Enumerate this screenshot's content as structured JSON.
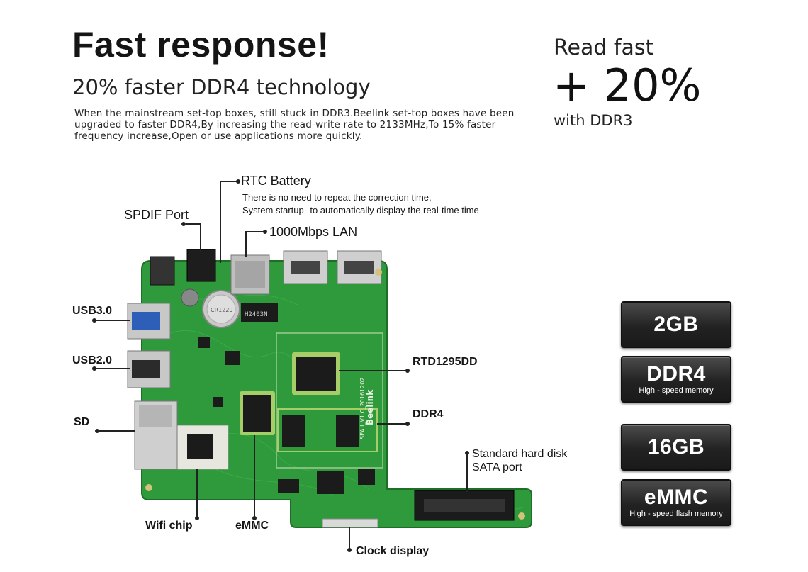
{
  "header": {
    "title": "Fast response!",
    "subtitle": "20% faster DDR4 technology",
    "description": "When the mainstream set-top boxes, still stuck in DDR3.Beelink set-top boxes have been upgraded to faster DDR4,By increasing the read-write rate to 2133MHz,To 15% faster frequency increase,Open or use applications more quickly."
  },
  "read_fast": {
    "line1": "Read fast",
    "line2": "+ 20%",
    "line3": "with DDR3"
  },
  "callouts": {
    "rtc_title": "RTC Battery",
    "rtc_desc1": "There is no need to repeat the correction time,",
    "rtc_desc2": "System startup--to automatically display the real-time time",
    "spdif": "SPDIF Port",
    "lan": "1000Mbps LAN",
    "usb3": "USB3.0",
    "usb2": "USB2.0",
    "sd": "SD",
    "rtd": "RTD1295DD",
    "ddr4": "DDR4",
    "sata1": "Standard hard disk",
    "sata2": "SATA port",
    "wifi": "Wifi chip",
    "emmc": "eMMC",
    "clock": "Clock display"
  },
  "badges": [
    {
      "big": "2GB",
      "small": ""
    },
    {
      "big": "DDR4",
      "small": "High - speed memory"
    },
    {
      "big": "16GB",
      "small": ""
    },
    {
      "big": "eMMC",
      "small": "High - speed flash memory"
    }
  ],
  "board": {
    "chip_label": "H2403N",
    "battery_label": "CR1220",
    "silk_brand": "Beelink",
    "silk_ver": "SEA I_V1.0_20161202"
  },
  "colors": {
    "pcb": "#2f9a3c",
    "pcb_dark": "#237a2e",
    "badge_bg": "#2a2a2a"
  }
}
